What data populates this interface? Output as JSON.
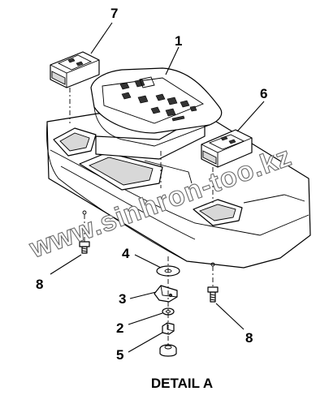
{
  "diagram": {
    "caption": "DETAIL A",
    "watermark": "www.sinhron-too.kz",
    "callouts": [
      {
        "id": "c7",
        "label": "7"
      },
      {
        "id": "c1",
        "label": "1"
      },
      {
        "id": "c6",
        "label": "6"
      },
      {
        "id": "c4",
        "label": "4"
      },
      {
        "id": "c8a",
        "label": "8"
      },
      {
        "id": "c3",
        "label": "3"
      },
      {
        "id": "c2",
        "label": "2"
      },
      {
        "id": "c5",
        "label": "5"
      },
      {
        "id": "c8b",
        "label": "8"
      }
    ]
  },
  "colors": {
    "line": "#000000",
    "background": "#ffffff",
    "watermark_outline": "#6a6a6a"
  }
}
